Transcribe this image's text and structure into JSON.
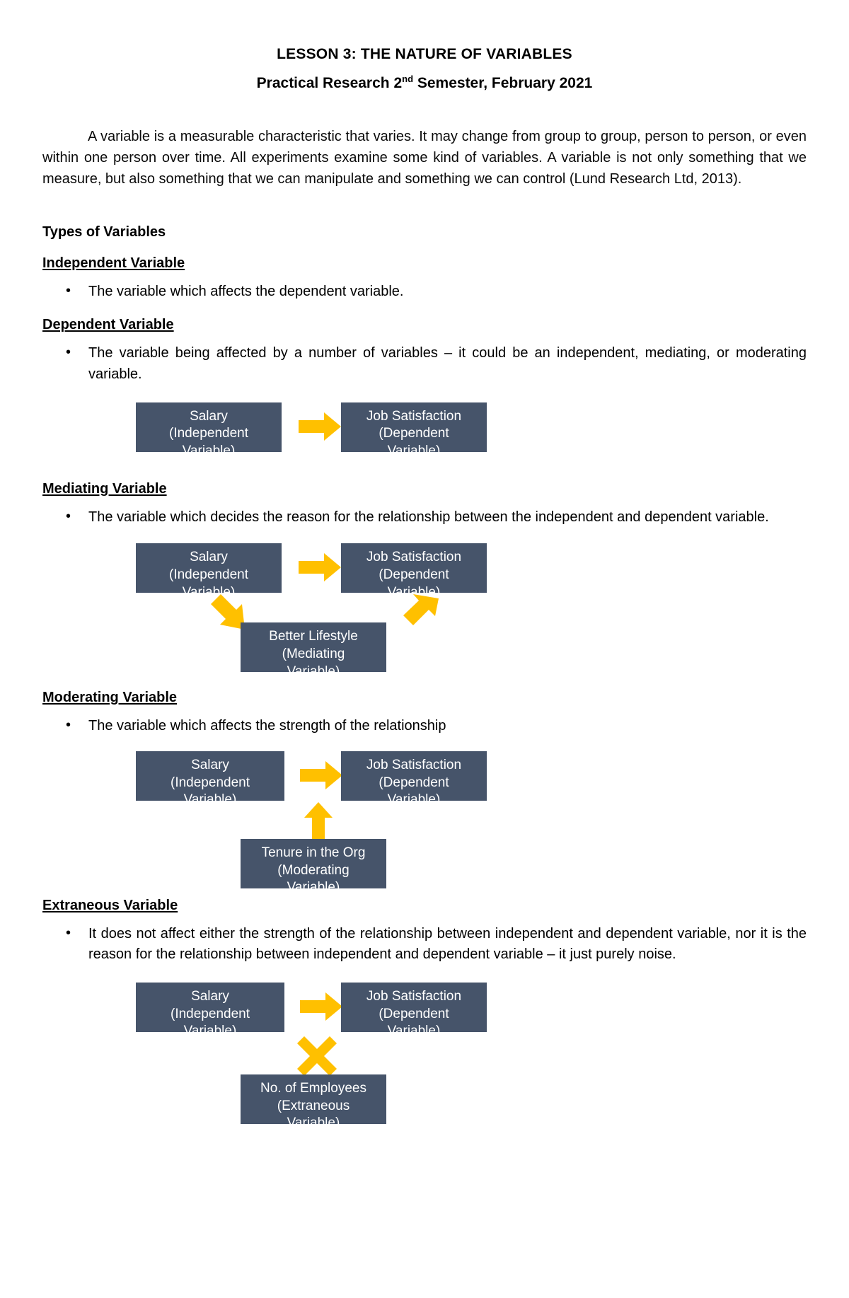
{
  "document": {
    "title": "LESSON 3: THE NATURE OF VARIABLES",
    "subtitle_pre": "Practical Research 2",
    "subtitle_sup": "nd",
    "subtitle_post": " Semester, February 2021",
    "intro_paragraph": "A variable is a measurable characteristic that varies. It may change from group to group, person to person, or even within one person over time. All experiments examine some kind of variables. A variable is not only something that we measure, but also something that we can manipulate and something we can control (Lund Research Ltd, 2013).",
    "section_heading": "Types of Variables",
    "sections": [
      {
        "heading": "Independent Variable",
        "bullets": [
          "The variable which affects the dependent variable."
        ]
      },
      {
        "heading": "Dependent Variable",
        "bullets": [
          "The variable being affected by a number of variables – it could be an independent, mediating, or moderating variable."
        ]
      },
      {
        "heading": "Mediating Variable",
        "bullets": [
          "The variable which decides the reason for the relationship between the independent and dependent variable."
        ]
      },
      {
        "heading": "Moderating Variable",
        "bullets": [
          "The variable which affects the strength of the relationship"
        ]
      },
      {
        "heading": "Extraneous Variable",
        "bullets": [
          "It does not affect either the strength of the relationship between independent and dependent variable, nor it is the reason for the relationship between independent and dependent variable – it just purely noise."
        ]
      }
    ]
  },
  "colors": {
    "box_fill": "#46546A",
    "box_text": "#FFFFFF",
    "arrow": "#FFC000",
    "page_text": "#000000"
  },
  "diagrams": {
    "dependent": {
      "boxes": {
        "salary": {
          "l1": "Salary",
          "l2": "(Independent",
          "l3": "Variable)"
        },
        "job": {
          "l1": "Job Satisfaction",
          "l2": "(Dependent",
          "l3": "Variable)"
        }
      },
      "arrow_right": "arrow-right-icon"
    },
    "mediating": {
      "boxes": {
        "salary": {
          "l1": "Salary",
          "l2": "(Independent",
          "l3": "Variable)"
        },
        "job": {
          "l1": "Job Satisfaction",
          "l2": "(Dependent",
          "l3": "Variable)"
        },
        "mediator": {
          "l1": "Better Lifestyle",
          "l2": "(Mediating",
          "l3": "Variable)"
        }
      },
      "arrow_right": "arrow-right-icon",
      "arrow_down_right": "arrow-down-right-icon",
      "arrow_up_right": "arrow-up-right-icon"
    },
    "moderating": {
      "boxes": {
        "salary": {
          "l1": "Salary",
          "l2": "(Independent",
          "l3": "Variable)"
        },
        "job": {
          "l1": "Job Satisfaction",
          "l2": "(Dependent",
          "l3": "Variable)"
        },
        "moderator": {
          "l1": "Tenure in the Org",
          "l2": "(Moderating",
          "l3": "Variable)"
        }
      },
      "arrow_right": "arrow-right-icon",
      "arrow_up": "arrow-up-icon"
    },
    "extraneous": {
      "boxes": {
        "salary": {
          "l1": "Salary",
          "l2": "(Independent",
          "l3": "Variable)"
        },
        "job": {
          "l1": "Job Satisfaction",
          "l2": "(Dependent",
          "l3": "Variable)"
        },
        "extraneous": {
          "l1": "No. of Employees",
          "l2": "(Extraneous",
          "l3": "Variable)"
        }
      },
      "arrow_right": "arrow-right-icon",
      "cross": "cross-x-icon"
    }
  }
}
